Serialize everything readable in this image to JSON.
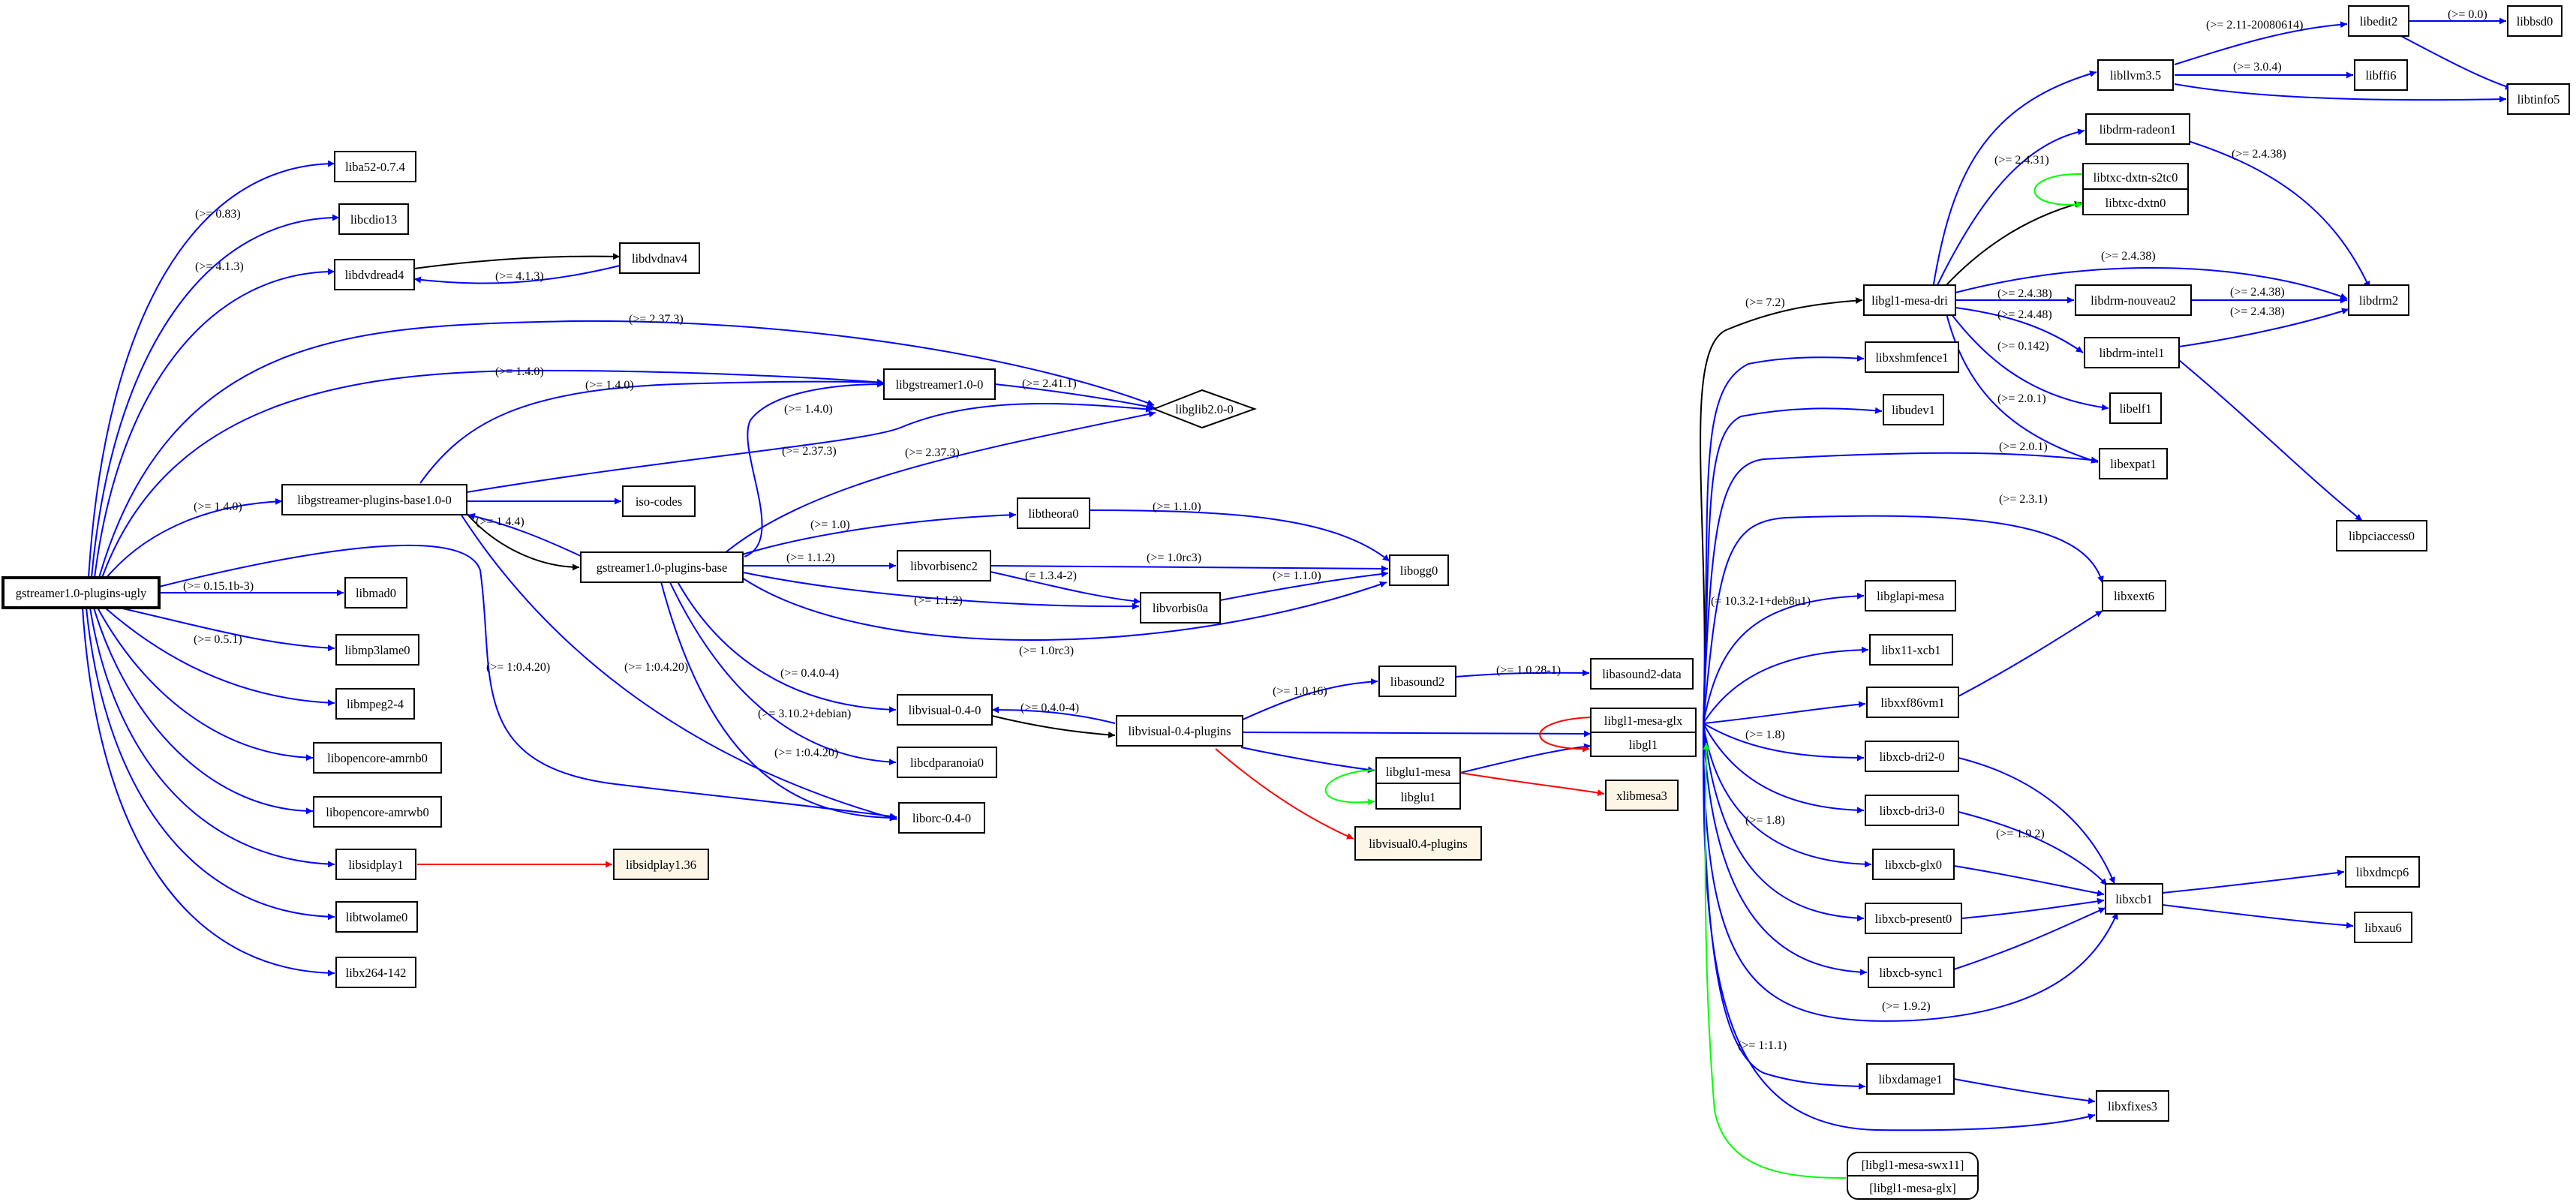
{
  "colors": {
    "depends": "#0000ff",
    "pre_depends": "#000000",
    "recommends": "#ff0000",
    "conflicts": "#00ff00",
    "virtual_fill": "#fdf5e6",
    "node_fill": "#ffffff"
  },
  "nodes": {
    "gst_ugly": "gstreamer1.0-plugins-ugly",
    "liba52": "liba52-0.7.4",
    "libcdio13": "libcdio13",
    "libdvdread4": "libdvdread4",
    "libdvdnav4": "libdvdnav4",
    "libgstreamer": "libgstreamer1.0-0",
    "libglib": "libglib2.0-0",
    "libgst_base": "libgstreamer-plugins-base1.0-0",
    "isocodes": "iso-codes",
    "gst_base": "gstreamer1.0-plugins-base",
    "libtheora0": "libtheora0",
    "libvorbisenc2": "libvorbisenc2",
    "libvorbis0a": "libvorbis0a",
    "libogg0": "libogg0",
    "libmad0": "libmad0",
    "libmp3lame0": "libmp3lame0",
    "libmpeg2": "libmpeg2-4",
    "amrnb": "libopencore-amrnb0",
    "amrwb": "libopencore-amrwb0",
    "libsidplay1": "libsidplay1",
    "libsidplay136": "libsidplay1.36",
    "libtwolame0": "libtwolame0",
    "libx264": "libx264-142",
    "libvisual": "libvisual-0.4-0",
    "libvisual_plugins": "libvisual-0.4-plugins",
    "libcdparanoia0": "libcdparanoia0",
    "liborc": "liborc-0.4-0",
    "libasound2": "libasound2",
    "libasound2_data": "libasound2-data",
    "libglu1_mesa": "libglu1-mesa",
    "libglu1": "libglu1",
    "libvisual04_plugins": "libvisual0.4-plugins",
    "libgl1_mesa_glx": "libgl1-mesa-glx",
    "libgl1": "libgl1",
    "xlibmesa3": "xlibmesa3",
    "libllvm": "libllvm3.5",
    "libedit2": "libedit2",
    "libbsd0": "libbsd0",
    "libffi6": "libffi6",
    "libtinfo5": "libtinfo5",
    "libdrm_radeon1": "libdrm-radeon1",
    "libtxc_s2tc0": "libtxc-dxtn-s2tc0",
    "libtxc_dxtn0": "libtxc-dxtn0",
    "libgl1_mesa_dri": "libgl1-mesa-dri",
    "libdrm_nouveau2": "libdrm-nouveau2",
    "libdrm2": "libdrm2",
    "libdrm_intel1": "libdrm-intel1",
    "libxshmfence1": "libxshmfence1",
    "libudev1": "libudev1",
    "libelf1": "libelf1",
    "libexpat1": "libexpat1",
    "libpciaccess0": "libpciaccess0",
    "libglapi": "libglapi-mesa",
    "libx11_xcb1": "libx11-xcb1",
    "libxxf86vm1": "libxxf86vm1",
    "libxext6": "libxext6",
    "libxcb_dri2": "libxcb-dri2-0",
    "libxcb_dri3": "libxcb-dri3-0",
    "libxcb_glx": "libxcb-glx0",
    "libxcb_present": "libxcb-present0",
    "libxcb_sync": "libxcb-sync1",
    "libxcb1": "libxcb1",
    "libxdmcp6": "libxdmcp6",
    "libxau6": "libxau6",
    "libxdamage1": "libxdamage1",
    "libxfixes3": "libxfixes3",
    "swx11": "[libgl1-mesa-swx11]",
    "glx_alt": "[libgl1-mesa-glx]"
  },
  "edge_labels": {
    "cdio": "(>= 0.83)",
    "dvdread": "(>= 4.1.3)",
    "dvdnav_back": "(>= 4.1.3)",
    "glib_ugly": "(>= 2.37.3)",
    "gst_ugly": "(>= 1.4.0)",
    "gst_pb": "(>= 1.4.0)",
    "glib_gst": "(>= 2.41.1)",
    "gst_base_gst": "(>= 1.4.0)",
    "glib_pb": "(>= 2.37.3)",
    "glib_base": "(>= 2.37.3)",
    "pb_ugly": "(>= 1.4.0)",
    "pb_base": "(>= 1.4.4)",
    "theora": "(>= 1.0)",
    "ogg_theora": "(>= 1.1.0)",
    "vorbisenc": "(>= 1.1.2)",
    "ogg_venc": "(>= 1.0rc3)",
    "vorbis_venc": "(= 1.3.4-2)",
    "vorbis_base": "(>= 1.1.2)",
    "ogg_vorbis": "(>= 1.1.0)",
    "ogg_base": "(>= 1.0rc3)",
    "mad": "(>= 0.15.1b-3)",
    "mpeg2": "(>= 0.5.1)",
    "orc_ugly": "(>= 1:0.4.20)",
    "orc_base1": "(>= 1:0.4.20)",
    "visual": "(>= 0.4.0-4)",
    "visual_plugins": "(>= 0.4.0-4)",
    "cdparanoia": "(>= 3.10.2+debian)",
    "orc_base2": "(>= 1:0.4.20)",
    "asound2": "(>= 1.0.16)",
    "asound2_data": "(>= 1.0.28-1)",
    "dri": "(>= 7.2)",
    "xcb1_top": "(>= 2.0.1)",
    "xext": "(>= 2.3.1)",
    "glapi": "(= 10.3.2-1+deb8u1)",
    "xcb_dri2": "(>= 1.8)",
    "xcb_dri3": "(>= 1.8)",
    "xcb_glx": "(>= 1.9.2)",
    "xcb_sync": "(>= 1.9.2)",
    "xdamage": "(>= 1:1.1)",
    "llvm_edit": "(>= 2.11-20080614)",
    "bsd": "(>= 0.0)",
    "ffi": "(>= 3.0.4)",
    "radeon": "(>= 2.4.31)",
    "drm_radeon": "(>= 2.4.38)",
    "drm_dri": "(>= 2.4.38)",
    "nouveau": "(>= 2.4.38)",
    "drm_nouveau": "(>= 2.4.38)",
    "intel": "(>= 2.4.48)",
    "drm_intel": "(>= 2.4.38)",
    "elf": "(>= 0.142)",
    "expat": "(>= 2.0.1)"
  }
}
